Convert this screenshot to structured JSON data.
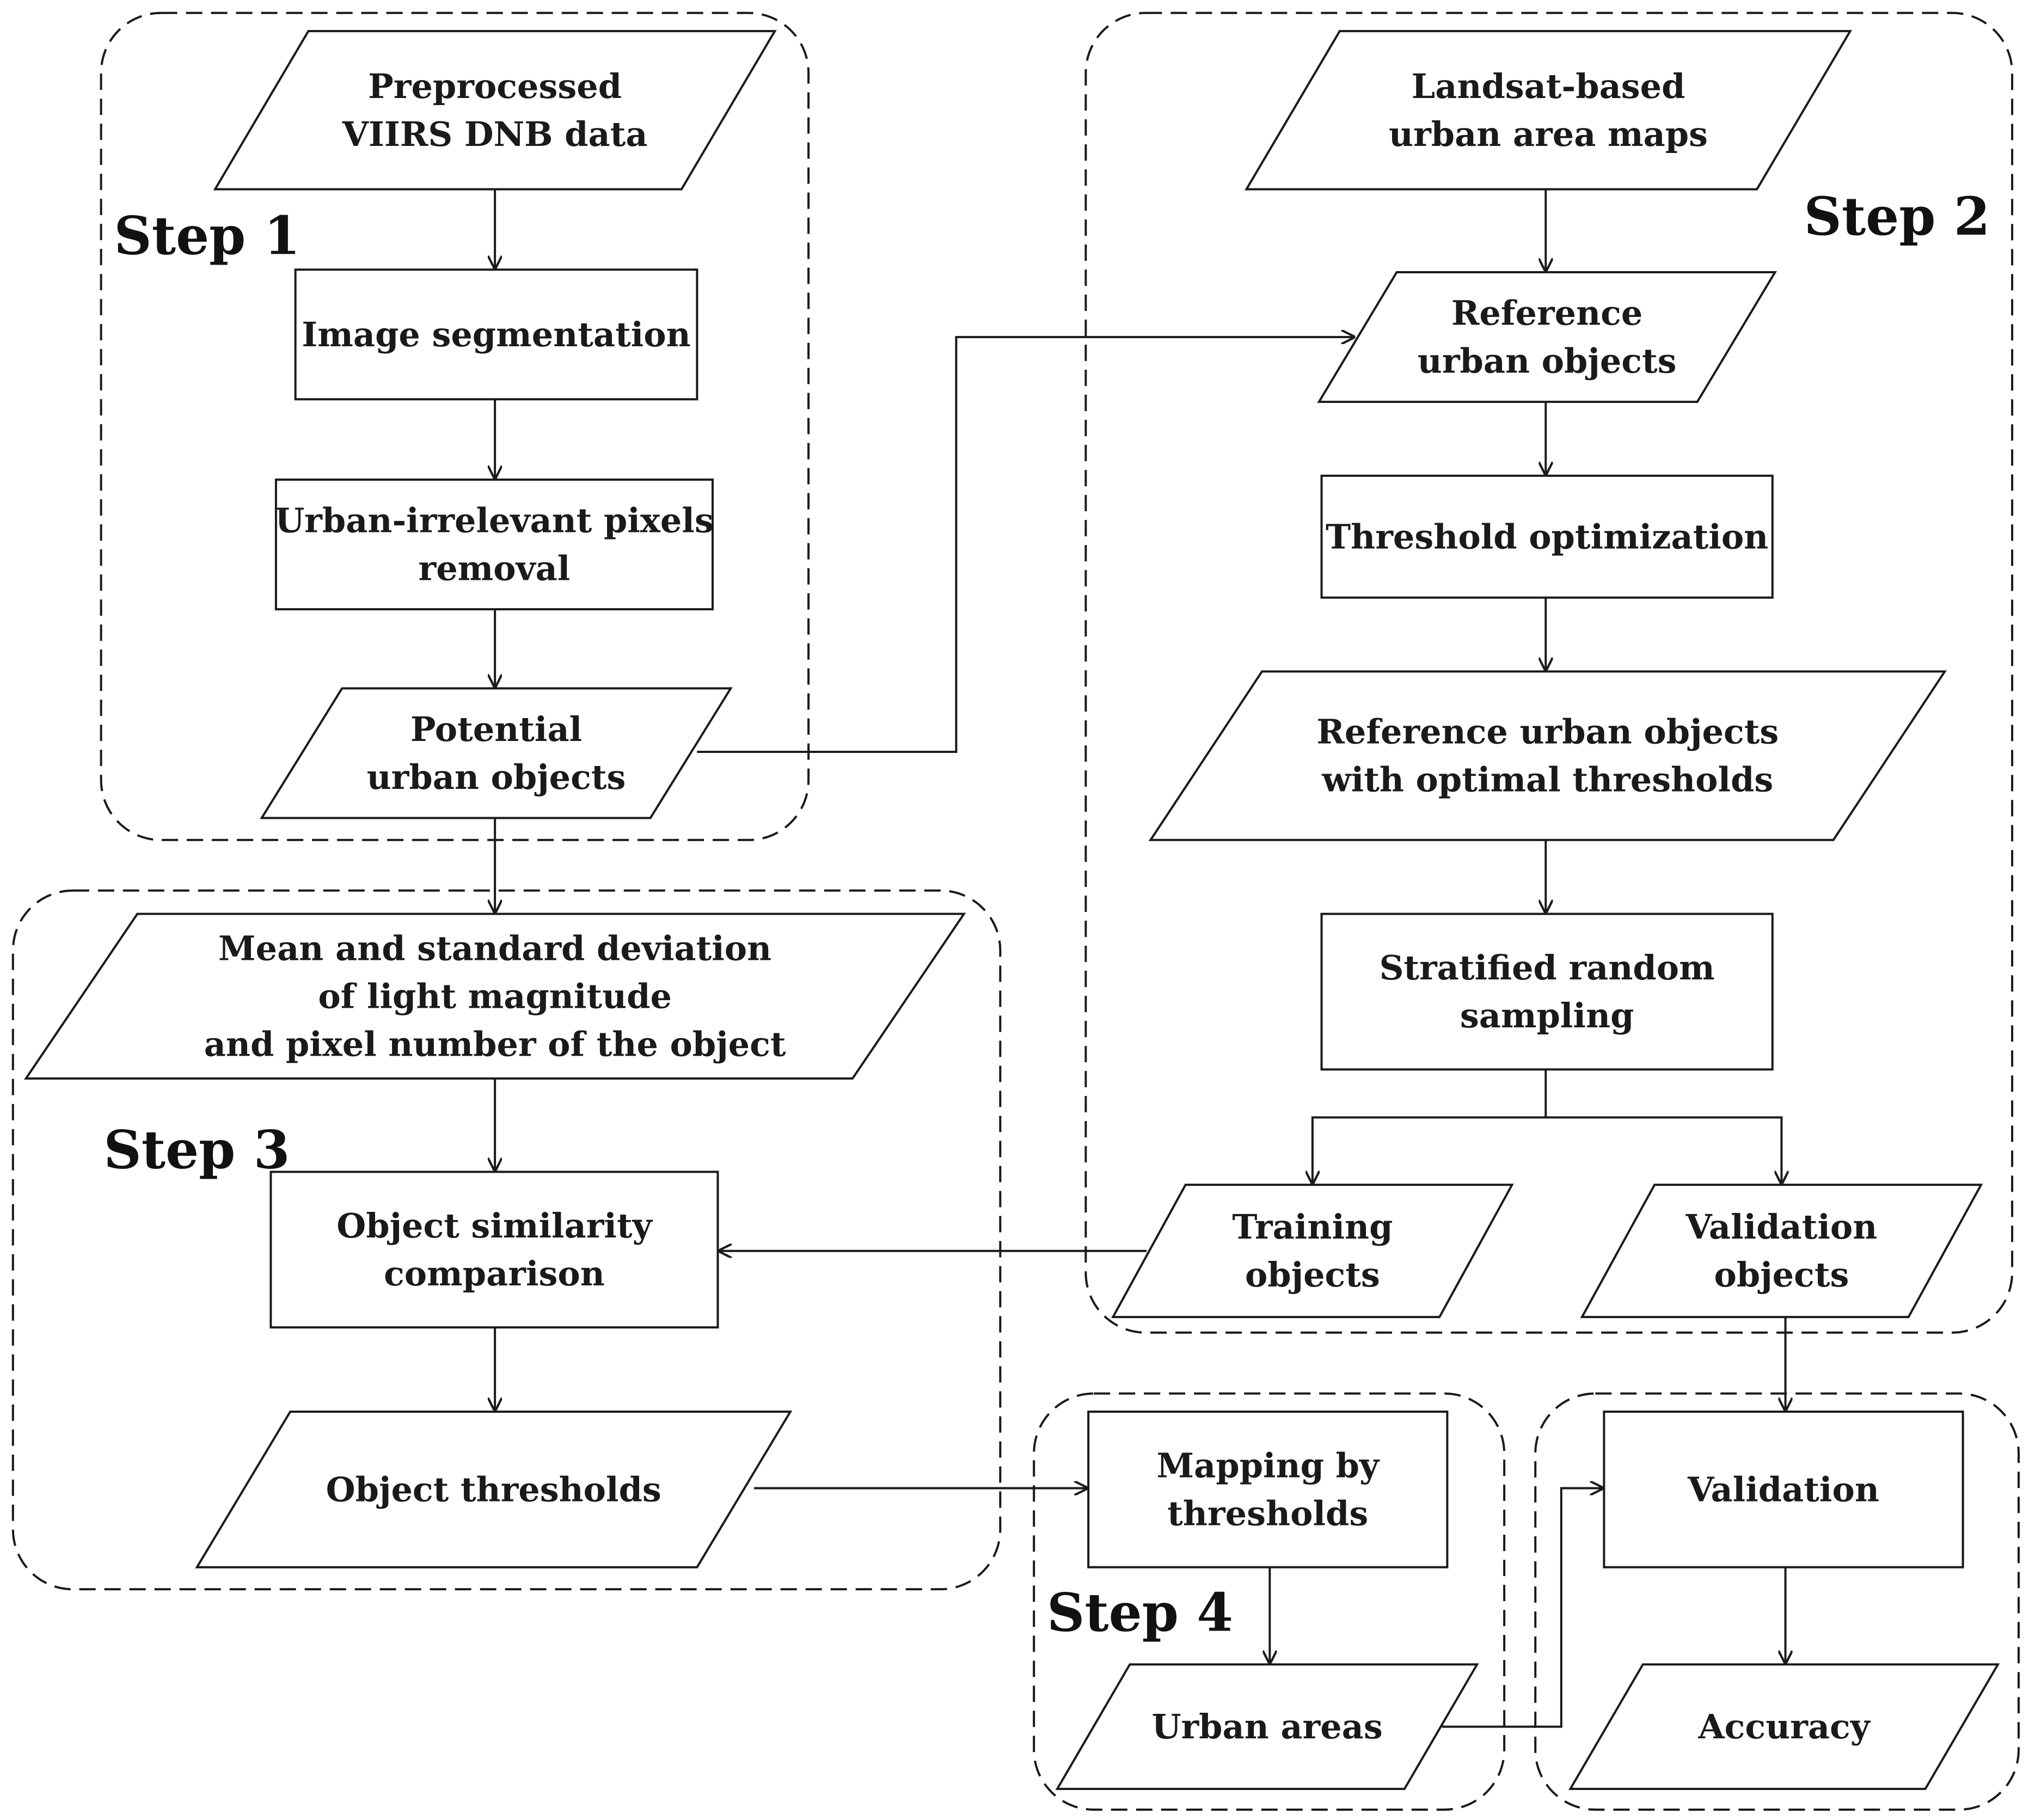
{
  "groups": [
    {
      "id": "step1",
      "label": "Step 1"
    },
    {
      "id": "step2",
      "label": "Step 2"
    },
    {
      "id": "step3",
      "label": "Step 3"
    },
    {
      "id": "step4",
      "label": "Step 4"
    },
    {
      "id": "validation-group",
      "label": ""
    }
  ],
  "nodes": [
    {
      "id": "viirs",
      "shape": "parallelogram",
      "lines": [
        "Preprocessed",
        "VIIRS DNB data"
      ]
    },
    {
      "id": "segmentation",
      "shape": "rect",
      "lines": [
        "Image segmentation"
      ]
    },
    {
      "id": "removal",
      "shape": "rect",
      "lines": [
        "Urban-irrelevant pixels",
        "removal"
      ]
    },
    {
      "id": "potential",
      "shape": "parallelogram",
      "lines": [
        "Potential",
        "urban objects"
      ]
    },
    {
      "id": "landsat",
      "shape": "parallelogram",
      "lines": [
        "Landsat-based",
        "urban area maps"
      ]
    },
    {
      "id": "reference",
      "shape": "parallelogram",
      "lines": [
        "Reference",
        "urban objects"
      ]
    },
    {
      "id": "optimization",
      "shape": "rect",
      "lines": [
        "Threshold optimization"
      ]
    },
    {
      "id": "ref-optimal",
      "shape": "parallelogram",
      "lines": [
        "Reference urban objects",
        "with optimal thresholds"
      ]
    },
    {
      "id": "sampling",
      "shape": "rect",
      "lines": [
        "Stratified random",
        "sampling"
      ]
    },
    {
      "id": "training",
      "shape": "parallelogram",
      "lines": [
        "Training",
        "objects"
      ]
    },
    {
      "id": "validation-objects",
      "shape": "parallelogram",
      "lines": [
        "Validation",
        "objects"
      ]
    },
    {
      "id": "mean-std",
      "shape": "parallelogram",
      "lines": [
        "Mean and standard deviation",
        "of light magnitude",
        "and pixel number of the object"
      ]
    },
    {
      "id": "similarity",
      "shape": "rect",
      "lines": [
        "Object similarity",
        "comparison"
      ]
    },
    {
      "id": "object-thresholds",
      "shape": "parallelogram",
      "lines": [
        "Object thresholds"
      ]
    },
    {
      "id": "mapping",
      "shape": "rect",
      "lines": [
        "Mapping by",
        "thresholds"
      ]
    },
    {
      "id": "urban-areas",
      "shape": "parallelogram",
      "lines": [
        "Urban areas"
      ]
    },
    {
      "id": "validation",
      "shape": "rect",
      "lines": [
        "Validation"
      ]
    },
    {
      "id": "accuracy",
      "shape": "parallelogram",
      "lines": [
        "Accuracy"
      ]
    }
  ],
  "edges": [
    {
      "from": "viirs",
      "to": "segmentation"
    },
    {
      "from": "segmentation",
      "to": "removal"
    },
    {
      "from": "removal",
      "to": "potential"
    },
    {
      "from": "potential",
      "to": "reference"
    },
    {
      "from": "potential",
      "to": "mean-std"
    },
    {
      "from": "landsat",
      "to": "reference"
    },
    {
      "from": "reference",
      "to": "optimization"
    },
    {
      "from": "optimization",
      "to": "ref-optimal"
    },
    {
      "from": "ref-optimal",
      "to": "sampling"
    },
    {
      "from": "sampling",
      "to": "training"
    },
    {
      "from": "sampling",
      "to": "validation-objects"
    },
    {
      "from": "training",
      "to": "similarity"
    },
    {
      "from": "mean-std",
      "to": "similarity"
    },
    {
      "from": "similarity",
      "to": "object-thresholds"
    },
    {
      "from": "object-thresholds",
      "to": "mapping"
    },
    {
      "from": "mapping",
      "to": "urban-areas"
    },
    {
      "from": "urban-areas",
      "to": "validation"
    },
    {
      "from": "validation-objects",
      "to": "validation"
    },
    {
      "from": "validation",
      "to": "accuracy"
    }
  ]
}
